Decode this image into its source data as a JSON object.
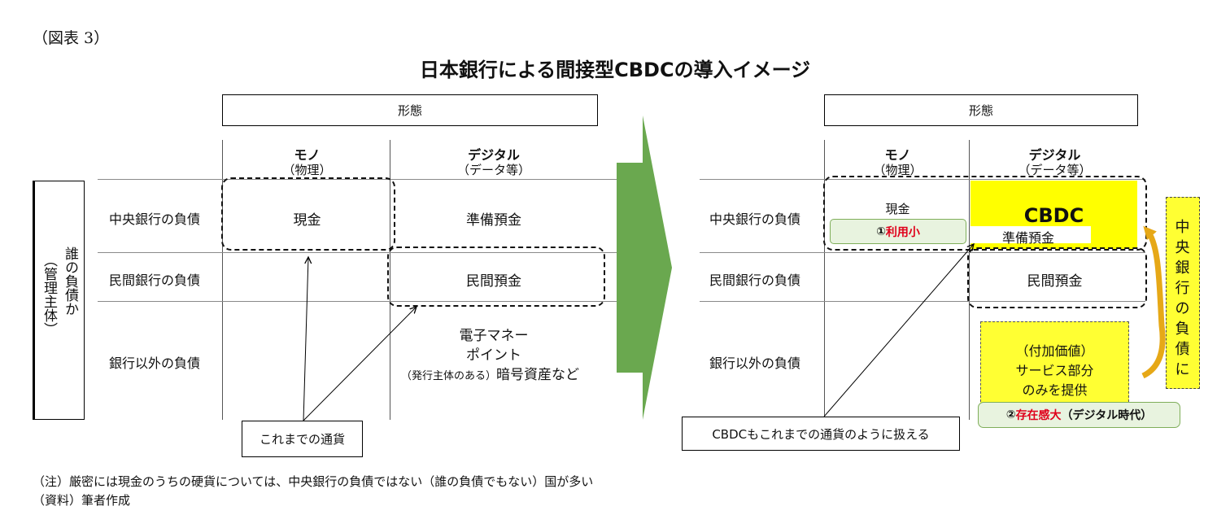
{
  "figure_label": "（図表 3）",
  "title": "日本銀行による間接型CBDCの導入イメージ",
  "vertical_axis": {
    "line1": "誰の負債か",
    "line2": "（管理主体）"
  },
  "left": {
    "header": "形態",
    "col1": {
      "name": "モノ",
      "sub": "（物理）"
    },
    "col2": {
      "name": "デジタル",
      "sub": "（データ等）"
    },
    "rows": [
      "中央銀行の負債",
      "民間銀行の負債",
      "銀行以外の負債"
    ],
    "cash": "現金",
    "reserve": "準備預金",
    "private_deposit": "民間預金",
    "emoney_1": "電子マネー",
    "emoney_2": "ポイント",
    "emoney_3_small": "（発行主体のある）",
    "emoney_3_large": "暗号資産など",
    "callout": "これまでの通貨"
  },
  "right": {
    "header": "形態",
    "col1": {
      "name": "モノ",
      "sub": "（物理）"
    },
    "col2": {
      "name": "デジタル",
      "sub": "（データ等）"
    },
    "rows": [
      "中央銀行の負債",
      "民間銀行の負債",
      "銀行以外の負債"
    ],
    "cash": "現金",
    "badge1_num": "①",
    "badge1_text": "利用小",
    "cbdc": "CBDC",
    "reserve": "準備預金",
    "private_deposit": "民間預金",
    "value_add": [
      "（付加価値）",
      "サービス部分",
      "のみを提供"
    ],
    "badge2_num": "②",
    "badge2_red": "存在感大",
    "badge2_rest": "（デジタル時代）",
    "side_note": [
      "中",
      "央",
      "銀",
      "行",
      "の",
      "負",
      "債",
      "に"
    ],
    "callout": "CBDCもこれまでの通貨のように扱える"
  },
  "footnotes": [
    "（注）厳密には現金のうちの硬貨については、中央銀行の負債ではない（誰の負債でもない）国が多い",
    "（資料）筆者作成"
  ],
  "colors": {
    "arrow_green": "#6aa84f",
    "cbdc_yellow": "#ffff00",
    "note_yellow": "#ffff33",
    "curve_orange": "#e6a817",
    "badge_green": "#e8f3df"
  }
}
